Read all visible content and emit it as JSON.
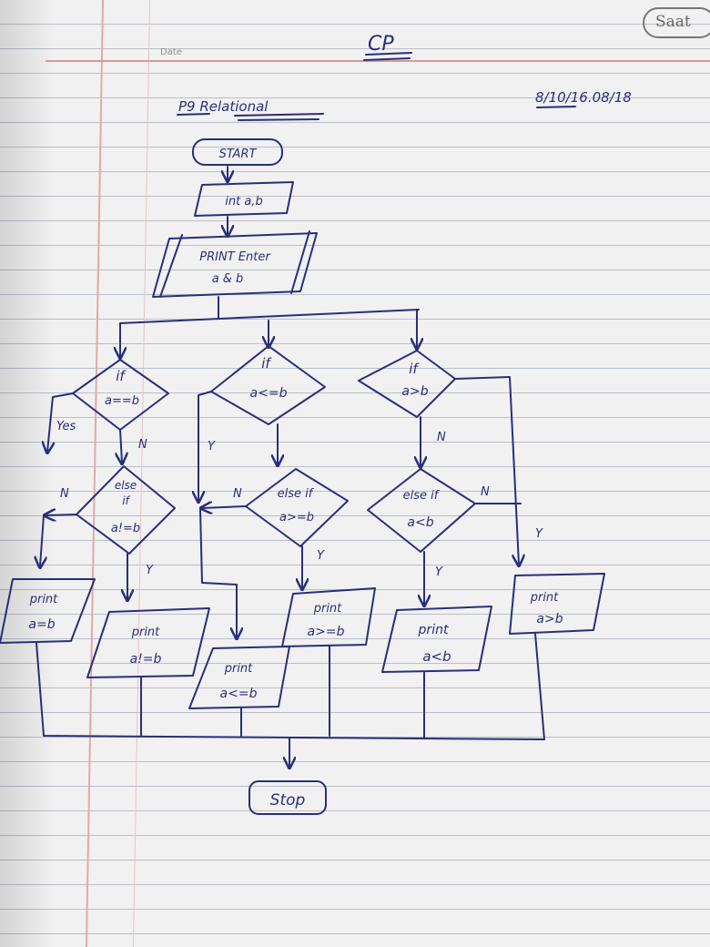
{
  "page": {
    "date_label": "Date",
    "brand": "Saat",
    "title": "CP",
    "heading": "P9 Relational",
    "date_written": "8/10/16.08/18"
  },
  "flowchart": {
    "start": "START",
    "declare": "int a,b",
    "prompt_line1": "PRINT Enter",
    "prompt_line2": "a & b",
    "cond1_line1": "if",
    "cond1_line2": "a==b",
    "cond2_line1": "if",
    "cond2_line2": "a<=b",
    "cond3_line1": "if",
    "cond3_line2": "a>b",
    "cond4_line1": "else",
    "cond4_line2": "if",
    "cond4_line3": "a!=b",
    "cond5_line1": "else if",
    "cond5_line2": "a>=b",
    "cond6_line1": "else if",
    "cond6_line2": "a<b",
    "out1_line1": "print",
    "out1_line2": "a=b",
    "out2_line1": "print",
    "out2_line2": "a!=b",
    "out3_line1": "print",
    "out3_line2": "a<=b",
    "out4_line1": "print",
    "out4_line2": "a>=b",
    "out5_line1": "print",
    "out5_line2": "a<b",
    "out6_line1": "print",
    "out6_line2": "a>b",
    "stop": "Stop",
    "label_yes": "Yes",
    "label_y": "Y",
    "label_n": "N"
  },
  "colors": {
    "ink": "#2a2e7a",
    "paper": "#f1f1f1",
    "margin": "#e2a9a9"
  }
}
